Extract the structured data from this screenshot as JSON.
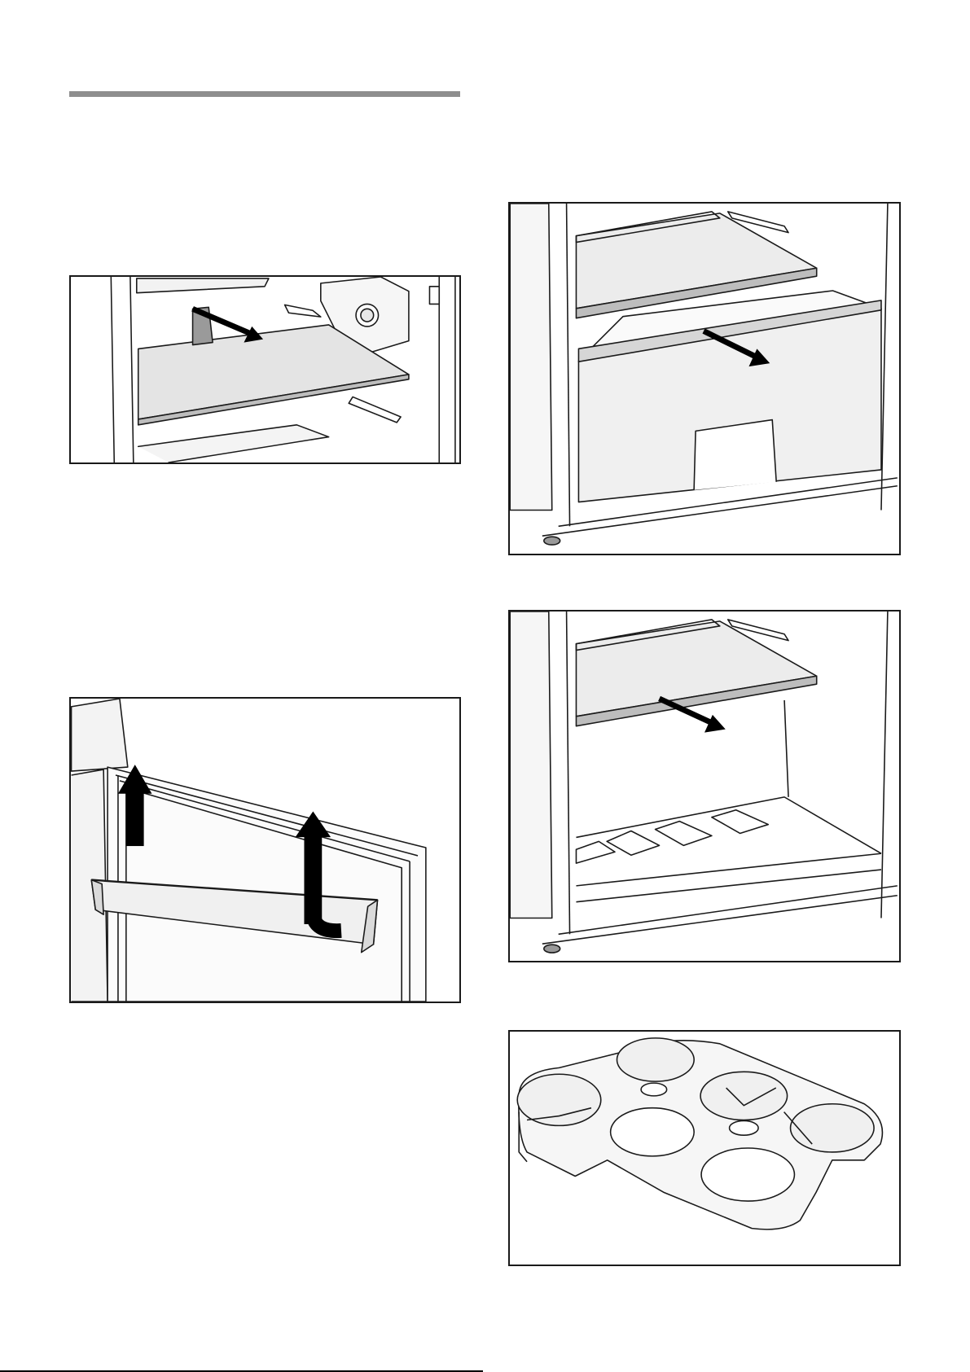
{
  "page": {
    "colors": {
      "rule": "#8e8e8e",
      "line": "#1a1a1a",
      "panel": "#efefef",
      "shade": "#d2d2d2",
      "arrow": "#000000"
    }
  },
  "figures": [
    {
      "subject": "refrigerator-shelf",
      "icon": "shelf-pull-out-arrow-icon"
    },
    {
      "subject": "door-shelf",
      "icon": "lift-up-arrow-icon"
    },
    {
      "subject": "vegetable-container",
      "icon": "drawer-pull-out-arrow-icon"
    },
    {
      "subject": "glass-shelf-above-container",
      "icon": "shelf-pull-out-arrow-icon"
    },
    {
      "subject": "egg-and-bottle-tray",
      "icon": "tray-icon"
    }
  ]
}
